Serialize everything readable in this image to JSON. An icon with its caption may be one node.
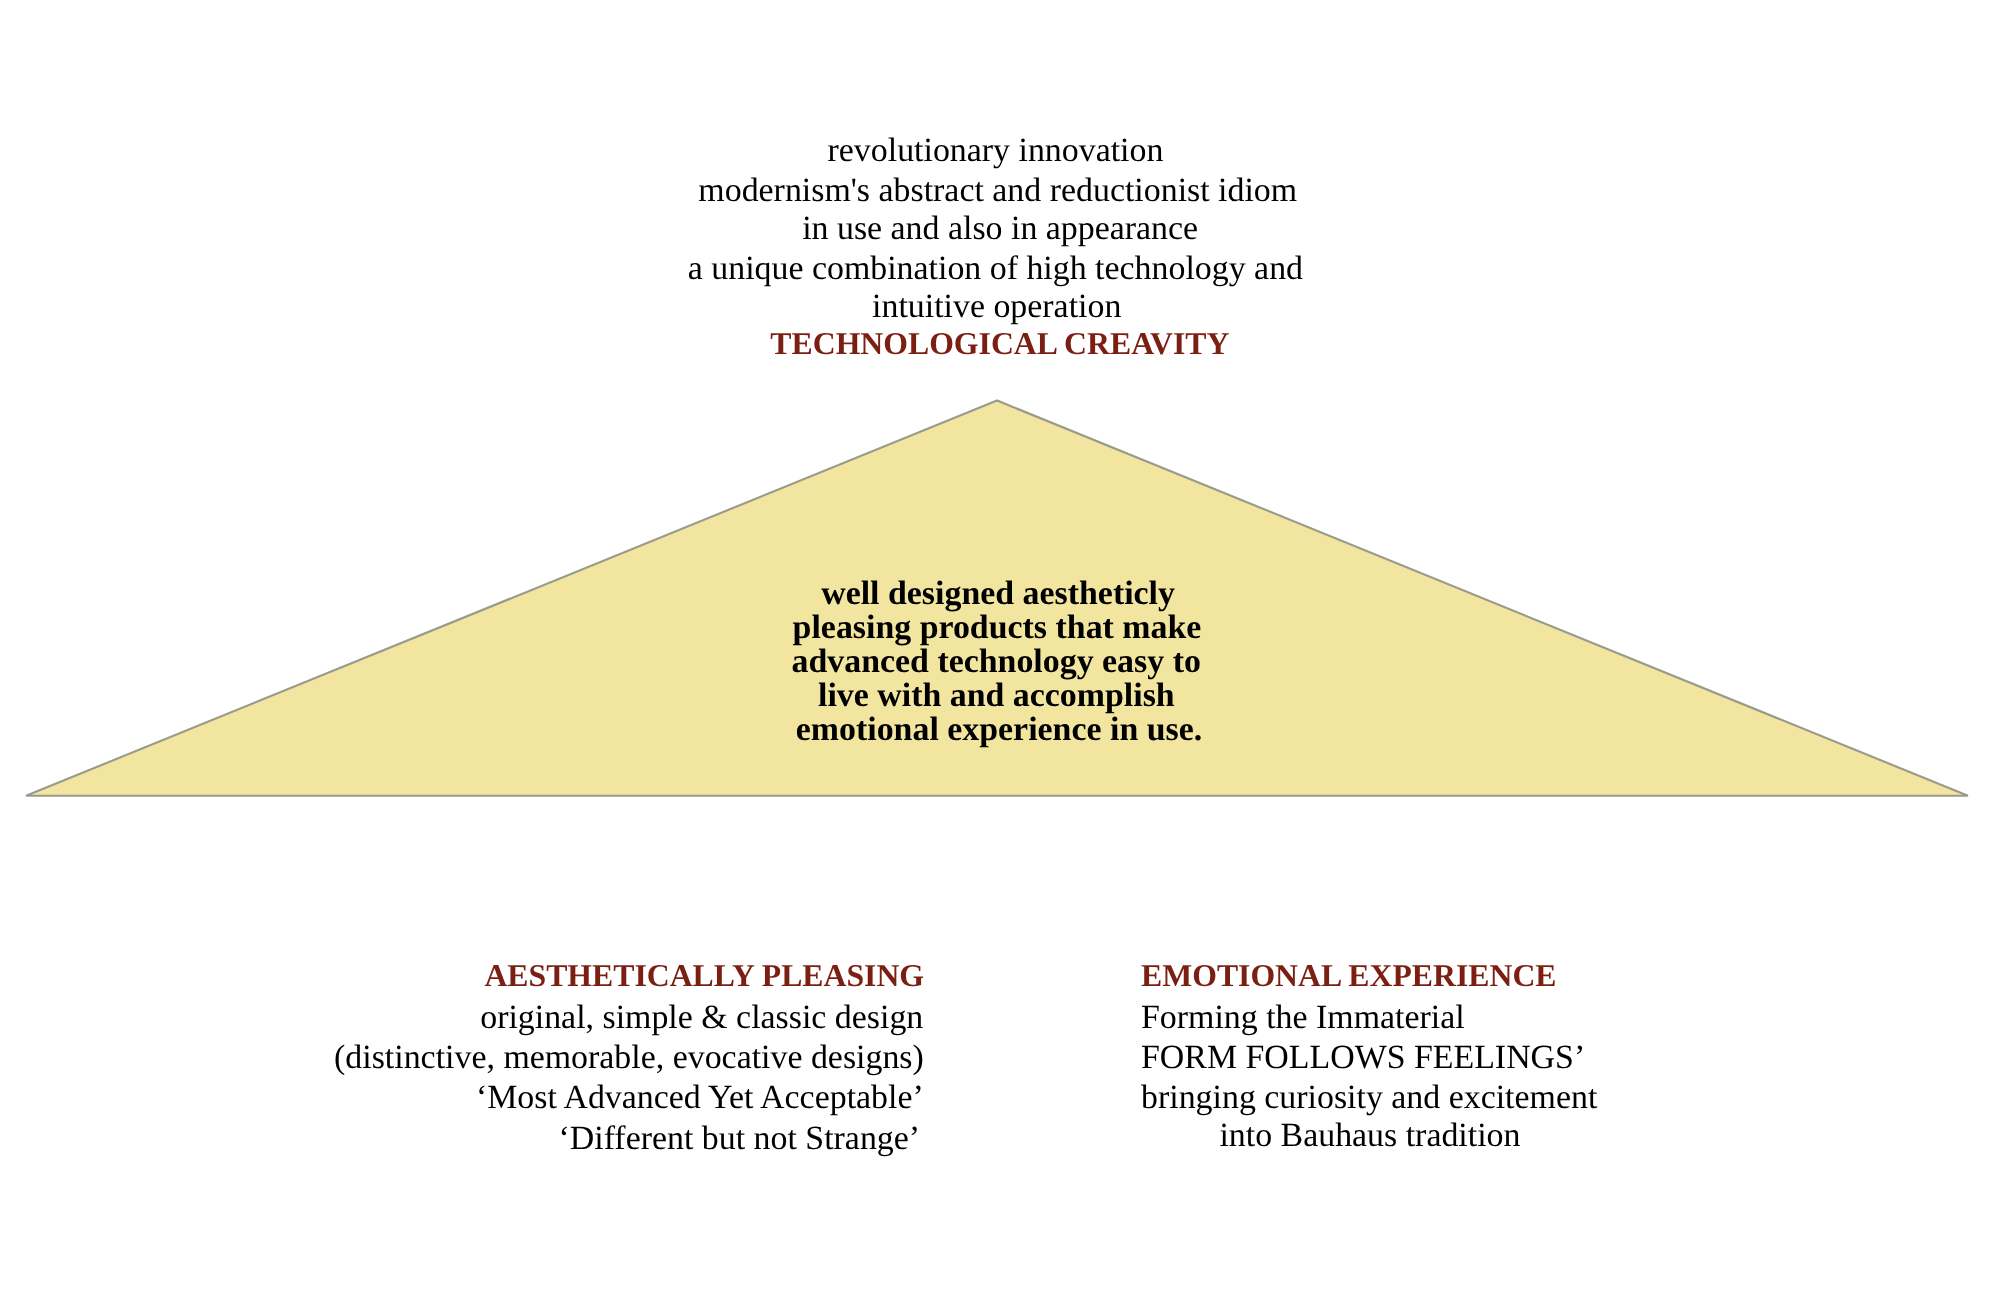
{
  "diagram": {
    "nodes": [
      {
        "text": [
          "well designed aestheticly pleasing products that make advanced technology easy to live with and accomplish emotional experience in use."
        ]
      }
    ],
    "labels": [
      "revolutionary innovation",
      "modernism's abstract and reductionist idiom in use and also in appearance",
      "a unique combination of high technology and intuitive operation",
      "TECHNOLOGICAL CREAVITY",
      "AESTHETICALLY PLEASING",
      "original, simple & classic design",
      "(distinctive, memorable, evocative designs)",
      "‘Most Advanced Yet Acceptable’",
      "‘Different but not Strange’",
      "EMOTIONAL EXPERIENCE",
      "Forming the Immaterial",
      "FORM FOLLOWS FEELINGS’",
      "bringing curiosity and excitement into Bauhaus tradition"
    ]
  }
}
